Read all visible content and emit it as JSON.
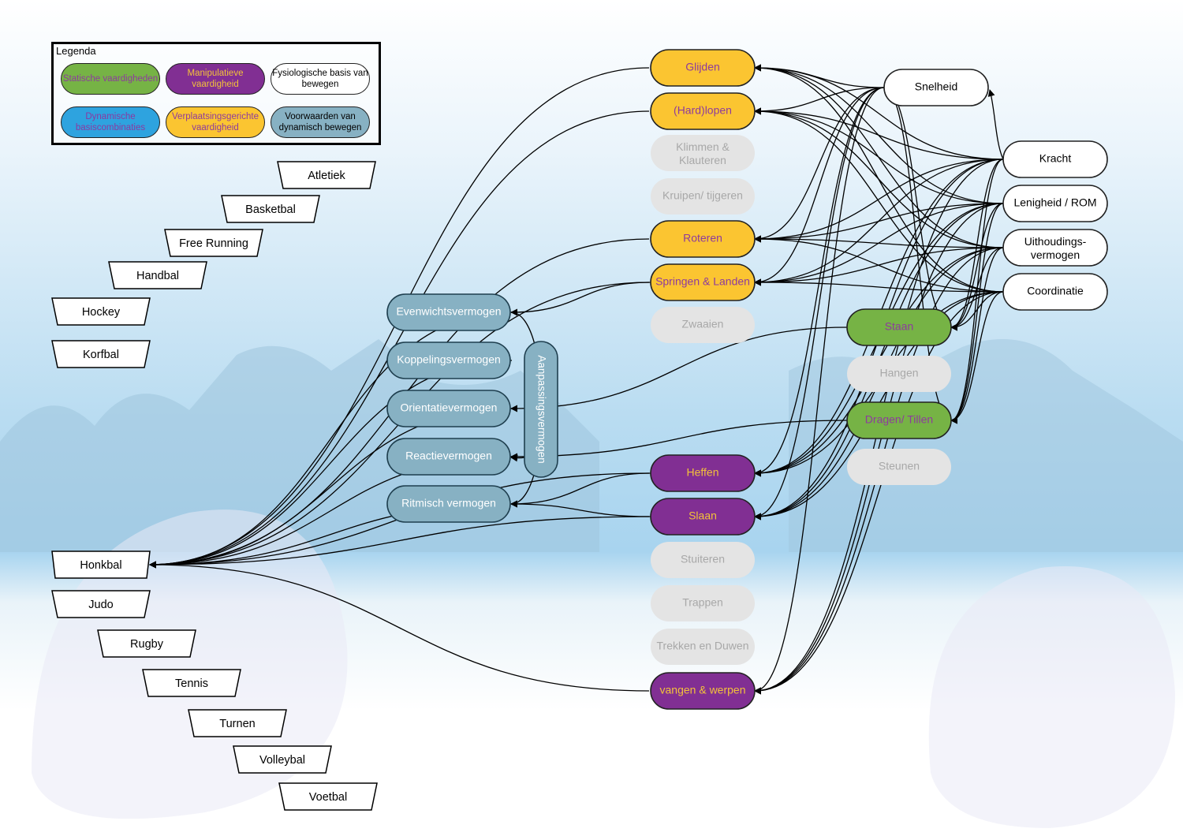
{
  "legend": {
    "title": "Legenda",
    "static": "Statische vaardigheden",
    "manipulative": "Manipulatieve vaardigheid",
    "physiological": "Fysiologische basis van bewegen",
    "dynamic": "Dynamische basiscombinaties",
    "locomotor": "Verplaatsingsgerichte vaardigheid",
    "prerequisites": "Voorwaarden van dynamisch bewegen"
  },
  "colors": {
    "locomotor": "#fbc531",
    "manipulative": "#812f93",
    "static": "#76b345",
    "dynamic": "#2ea3df",
    "prerequisite": "#87b1c3",
    "physiological": "#ffffff",
    "inactive": "#e4e4e4",
    "inactive_text": "#a8a8a8",
    "locomotor_text": "#8d3b9e",
    "manipulative_text": "#f3c23a",
    "static_text": "#8d3b9e"
  },
  "sports": [
    "Atletiek",
    "Basketbal",
    "Free Running",
    "Handbal",
    "Hockey",
    "Korfbal",
    "Honkbal",
    "Judo",
    "Rugby",
    "Tennis",
    "Turnen",
    "Volleybal",
    "Voetbal"
  ],
  "coordination_abilities": [
    "Evenwichtsvermogen",
    "Koppelingsvermogen",
    "Orientatievermogen",
    "Reactievermogen",
    "Ritmisch vermogen"
  ],
  "adaptation_ability": "Aanpassingsvermogen",
  "skills": [
    {
      "label": "Glijden",
      "category": "locomotor"
    },
    {
      "label": "(Hard)lopen",
      "category": "locomotor"
    },
    {
      "label": "Klimmen & Klauteren",
      "category": "inactive"
    },
    {
      "label": "Kruipen/ tijgeren",
      "category": "inactive"
    },
    {
      "label": "Roteren",
      "category": "locomotor"
    },
    {
      "label": "Springen & Landen",
      "category": "locomotor"
    },
    {
      "label": "Zwaaien",
      "category": "inactive"
    },
    {
      "label": "Heffen",
      "category": "manipulative"
    },
    {
      "label": "Slaan",
      "category": "manipulative"
    },
    {
      "label": "Stuiteren",
      "category": "inactive"
    },
    {
      "label": "Trappen",
      "category": "inactive"
    },
    {
      "label": "Trekken en Duwen",
      "category": "inactive"
    },
    {
      "label": "vangen & werpen",
      "category": "manipulative"
    }
  ],
  "static_skills": [
    {
      "label": "Staan",
      "category": "static"
    },
    {
      "label": "Hangen",
      "category": "inactive"
    },
    {
      "label": "Dragen/ Tillen",
      "category": "static"
    },
    {
      "label": "Steunen",
      "category": "inactive"
    }
  ],
  "physiological": [
    "Snelheid",
    "Kracht",
    "Lenigheid / ROM",
    "Uithoudings- vermogen",
    "Coordinatie"
  ]
}
